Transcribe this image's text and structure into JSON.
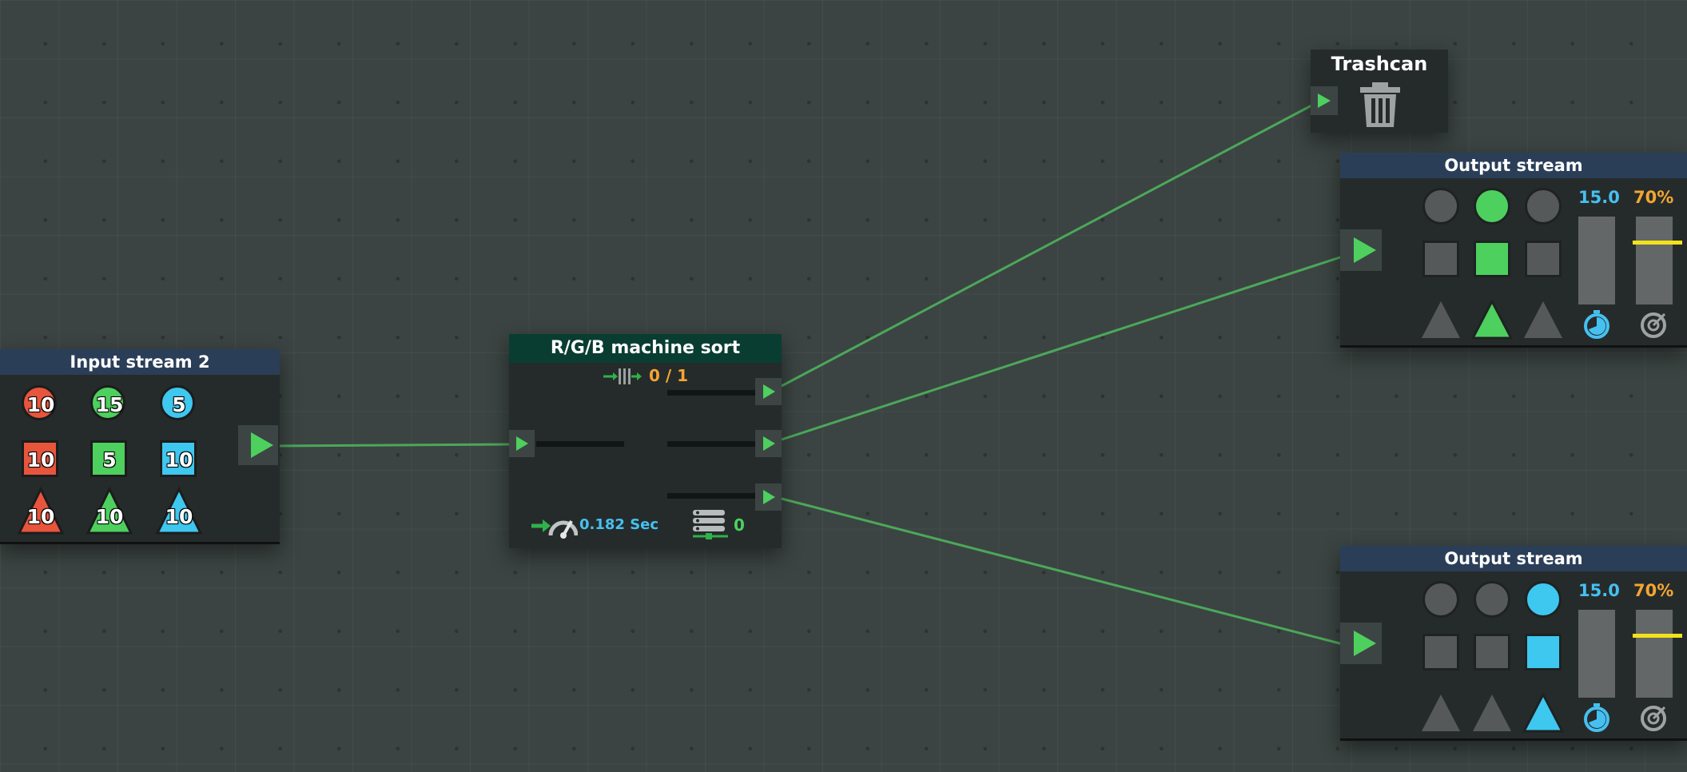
{
  "colors": {
    "red": "#e8553d",
    "green": "#4dd05e",
    "blue": "#3ec7ef",
    "inactive": "#555959",
    "orange": "#f4a532",
    "sky": "#46c0f0",
    "wire": "#4fb35d"
  },
  "input_stream": {
    "title": "Input stream 2",
    "circles": [
      "10",
      "15",
      "5"
    ],
    "squares": [
      "10",
      "5",
      "10"
    ],
    "triangles": [
      "10",
      "10",
      "10"
    ]
  },
  "machine": {
    "title": "R/G/B machine sort",
    "queue": "0 / 1",
    "speed": "0.182 Sec",
    "count": "0",
    "icons": [
      "queue-icon",
      "speedometer-icon",
      "storage-icon"
    ]
  },
  "trashcan": {
    "title": "Trashcan",
    "icon": "trash-icon"
  },
  "output_streams": [
    {
      "title": "Output stream",
      "active_color": "green",
      "active_column": 1,
      "rate": "15.0",
      "quality": "70%",
      "quality_level": 0.7,
      "icons": [
        "stopwatch-icon",
        "target-icon"
      ]
    },
    {
      "title": "Output stream",
      "active_color": "blue",
      "active_column": 2,
      "rate": "15.0",
      "quality": "70%",
      "quality_level": 0.7,
      "icons": [
        "stopwatch-icon",
        "target-icon"
      ]
    }
  ]
}
